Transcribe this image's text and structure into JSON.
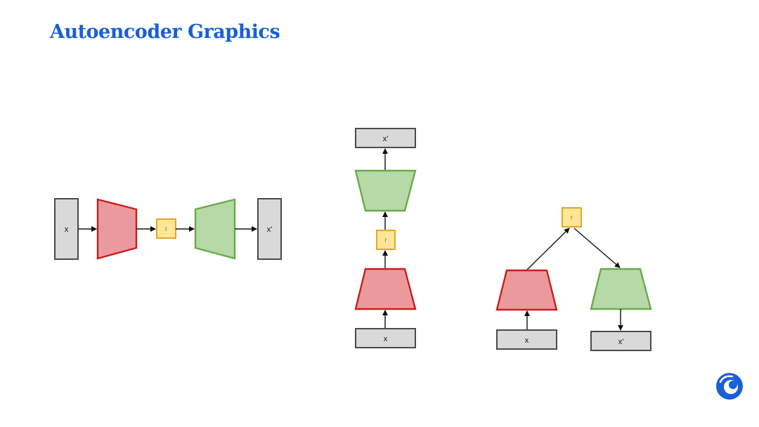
{
  "slide": {
    "title": "Autoencoder Graphics"
  },
  "labels": {
    "input": "x",
    "code": "r",
    "output": "x'"
  },
  "colors": {
    "title": "#1a5fd6",
    "encoder_fill": "#ea9a9c",
    "encoder_stroke": "#cc1c1c",
    "decoder_fill": "#b7d8a7",
    "decoder_stroke": "#6aaa4a",
    "code_fill": "#ffe699",
    "code_stroke": "#e8a32a",
    "io_fill": "#d9d9d9",
    "io_stroke": "#4a4a4a"
  },
  "logo": {
    "icon": "brand-swirl-icon",
    "color": "#1a5fd6"
  }
}
